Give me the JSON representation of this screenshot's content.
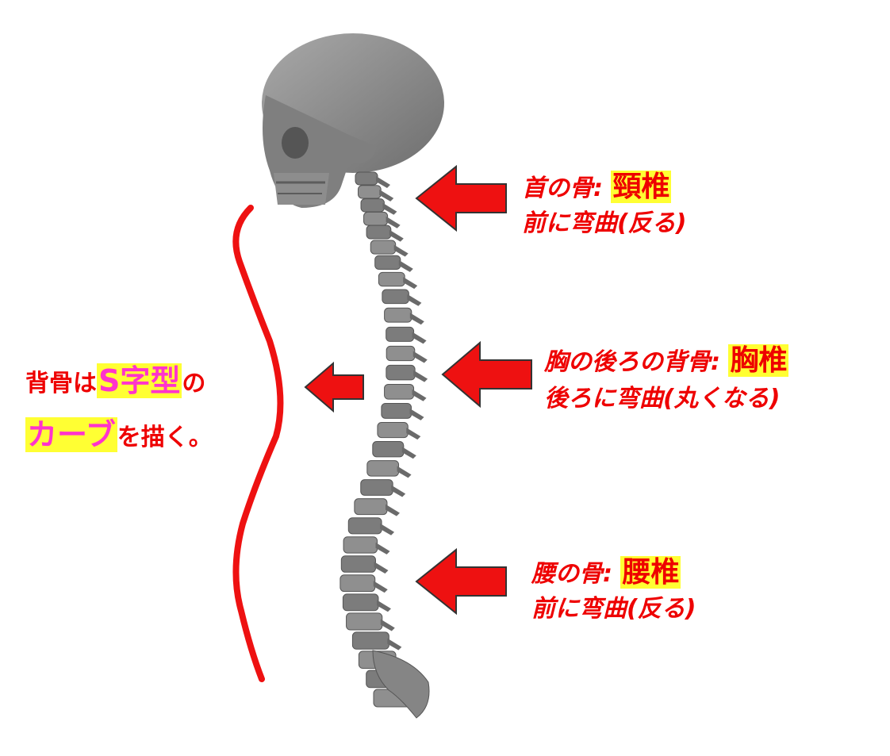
{
  "labels": {
    "cervical": {
      "line1_prefix": "首の骨:",
      "line1_term": "頸椎",
      "line2": "前に弯曲(反る)"
    },
    "thoracic": {
      "line1_prefix": "胸の後ろの背骨:",
      "line1_term": "胸椎",
      "line2": "後ろに弯曲(丸くなる)"
    },
    "lumbar": {
      "line1_prefix": "腰の骨:",
      "line1_term": "腰椎",
      "line2": "前に弯曲(反る)"
    }
  },
  "note": {
    "part1": "背骨は",
    "highlight1": "S字型",
    "part2": "の",
    "highlight2": "カーブ",
    "part3": "を描く。"
  },
  "colors": {
    "accent": "#ee0000",
    "highlight": "#ffff33",
    "pink": "#ff33cc",
    "bone": "#8a8a8a"
  }
}
